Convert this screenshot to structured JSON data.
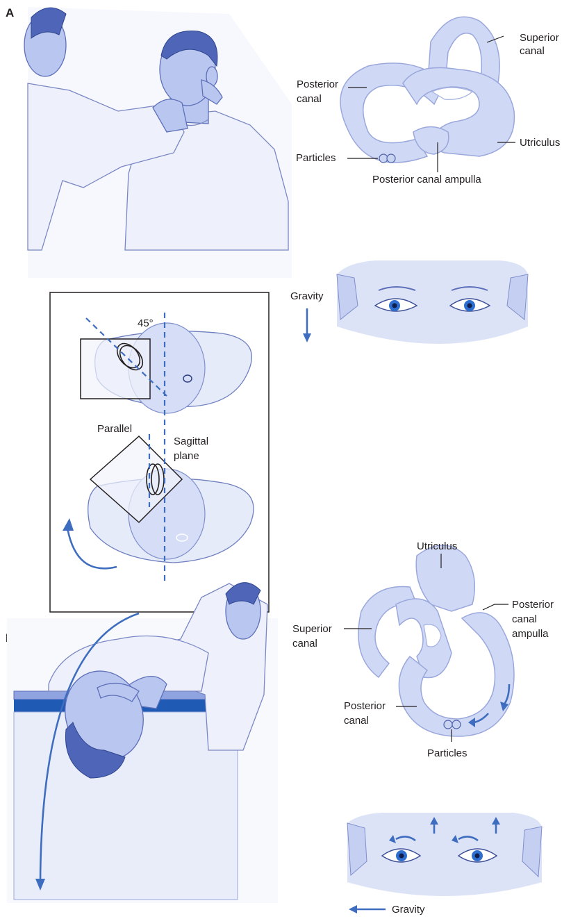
{
  "panels": {
    "a": "A",
    "b": "B"
  },
  "labels": {
    "superior_canal_a": [
      "Superior",
      "canal"
    ],
    "posterior_canal_a": [
      "Posterior",
      "canal"
    ],
    "utriculus_a": "Utriculus",
    "particles_a": "Particles",
    "ampulla_a": "Posterior canal ampulla",
    "gravity_a": "Gravity",
    "angle": "45°",
    "parallel": "Parallel",
    "sagittal_plane": [
      "Sagittal",
      "plane"
    ],
    "utriculus_b": "Utriculus",
    "superior_canal_b": [
      "Superior",
      "canal"
    ],
    "ampulla_b": [
      "Posterior",
      "canal",
      "ampulla"
    ],
    "posterior_canal_b": [
      "Posterior",
      "canal"
    ],
    "particles_b": "Particles",
    "gravity_b": "Gravity"
  },
  "colors": {
    "accent_blue": "#3e6dbf",
    "skin_blue": "#b9c6ef",
    "hair_blue": "#4f66b8",
    "table_blue": "#1f5bb5"
  },
  "icons": {
    "gravity_a_arrow": "arrow-down-icon",
    "gravity_b_arrow": "arrow-left-icon"
  }
}
